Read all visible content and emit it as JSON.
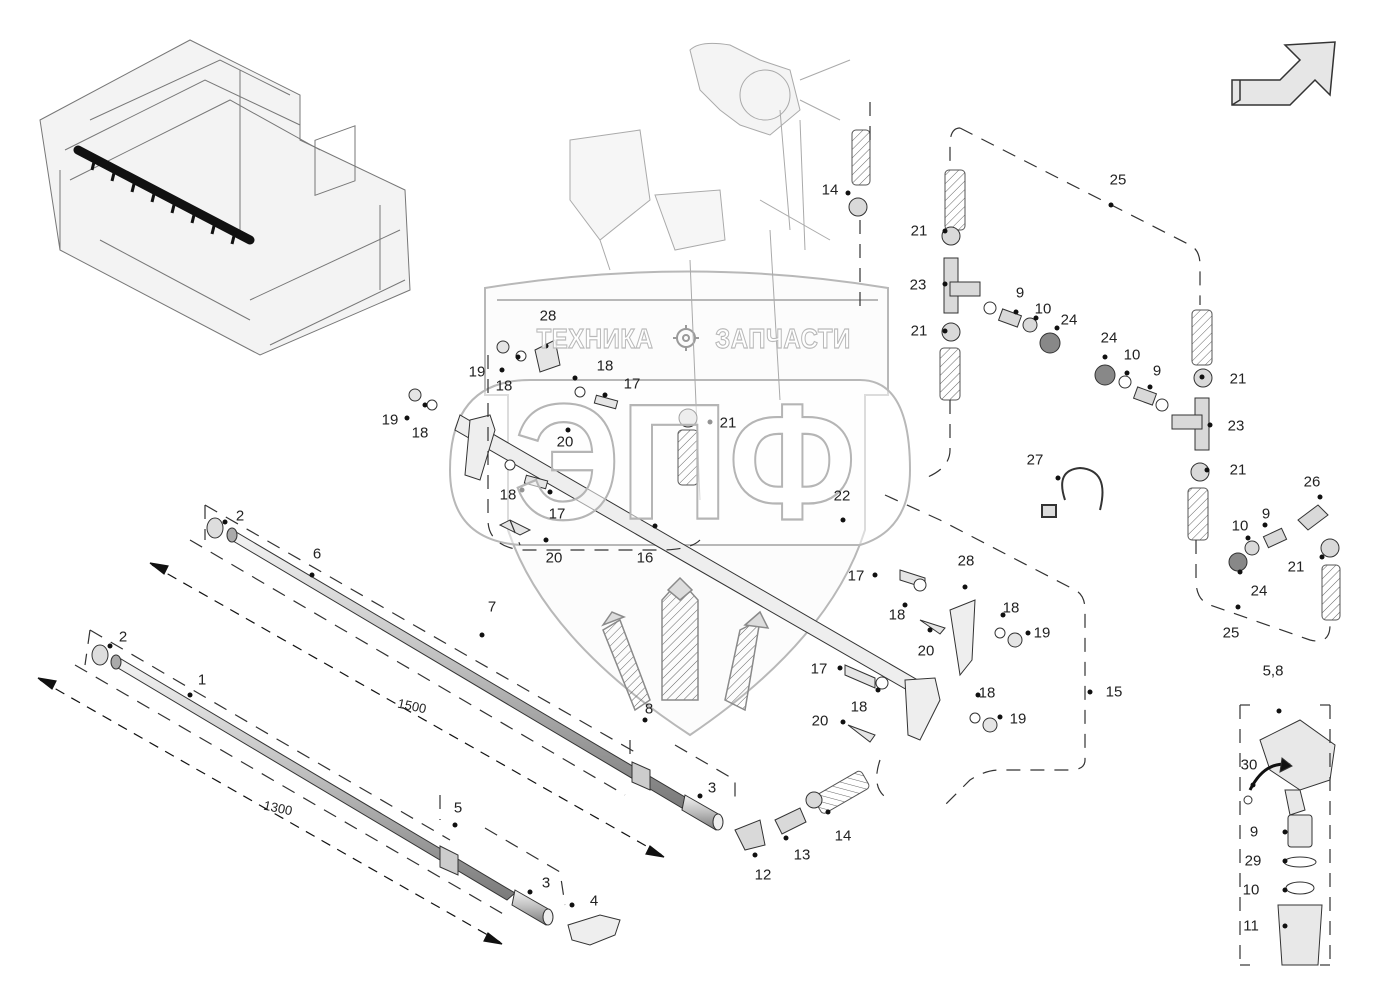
{
  "watermark": {
    "left_text": "ТЕХНИКА",
    "right_text": "ЗАПЧАСТИ",
    "big_text": "ЭПФ"
  },
  "dimensions": {
    "long": "1500",
    "short": "1300"
  },
  "callouts": [
    {
      "id": "c-28-top",
      "label": "28"
    },
    {
      "id": "c-19-a",
      "label": "19"
    },
    {
      "id": "c-18-a",
      "label": "18"
    },
    {
      "id": "c-18-b",
      "label": "18"
    },
    {
      "id": "c-17-a",
      "label": "17"
    },
    {
      "id": "c-19-b",
      "label": "19"
    },
    {
      "id": "c-18-c",
      "label": "18"
    },
    {
      "id": "c-20-a",
      "label": "20"
    },
    {
      "id": "c-18-d",
      "label": "18"
    },
    {
      "id": "c-17-b",
      "label": "17"
    },
    {
      "id": "c-20-b",
      "label": "20"
    },
    {
      "id": "c-16",
      "label": "16"
    },
    {
      "id": "c-21-mid",
      "label": "21"
    },
    {
      "id": "c-22",
      "label": "22"
    },
    {
      "id": "c-14-top",
      "label": "14"
    },
    {
      "id": "c-21-a",
      "label": "21"
    },
    {
      "id": "c-23-a",
      "label": "23"
    },
    {
      "id": "c-21-b",
      "label": "21"
    },
    {
      "id": "c-9-a",
      "label": "9"
    },
    {
      "id": "c-10-a",
      "label": "10"
    },
    {
      "id": "c-24-a",
      "label": "24"
    },
    {
      "id": "c-25-top",
      "label": "25"
    },
    {
      "id": "c-24-b",
      "label": "24"
    },
    {
      "id": "c-10-b",
      "label": "10"
    },
    {
      "id": "c-9-b",
      "label": "9"
    },
    {
      "id": "c-21-c",
      "label": "21"
    },
    {
      "id": "c-23-b",
      "label": "23"
    },
    {
      "id": "c-21-d",
      "label": "21"
    },
    {
      "id": "c-27",
      "label": "27"
    },
    {
      "id": "c-26",
      "label": "26"
    },
    {
      "id": "c-10-c",
      "label": "10"
    },
    {
      "id": "c-9-c",
      "label": "9"
    },
    {
      "id": "c-21-e",
      "label": "21"
    },
    {
      "id": "c-24-c",
      "label": "24"
    },
    {
      "id": "c-25-bottom",
      "label": "25"
    },
    {
      "id": "c-17-c",
      "label": "17"
    },
    {
      "id": "c-28-bottom",
      "label": "28"
    },
    {
      "id": "c-18-e",
      "label": "18"
    },
    {
      "id": "c-18-f",
      "label": "18"
    },
    {
      "id": "c-19-c",
      "label": "19"
    },
    {
      "id": "c-20-c",
      "label": "20"
    },
    {
      "id": "c-17-d",
      "label": "17"
    },
    {
      "id": "c-18-g",
      "label": "18"
    },
    {
      "id": "c-18-h",
      "label": "18"
    },
    {
      "id": "c-19-d",
      "label": "19"
    },
    {
      "id": "c-20-d",
      "label": "20"
    },
    {
      "id": "c-15",
      "label": "15"
    },
    {
      "id": "c-14-bottom",
      "label": "14"
    },
    {
      "id": "c-13",
      "label": "13"
    },
    {
      "id": "c-12",
      "label": "12"
    },
    {
      "id": "c-2-a",
      "label": "2"
    },
    {
      "id": "c-6",
      "label": "6"
    },
    {
      "id": "c-7",
      "label": "7"
    },
    {
      "id": "c-2-b",
      "label": "2"
    },
    {
      "id": "c-1",
      "label": "1"
    },
    {
      "id": "c-8",
      "label": "8"
    },
    {
      "id": "c-3-a",
      "label": "3"
    },
    {
      "id": "c-5",
      "label": "5"
    },
    {
      "id": "c-3-b",
      "label": "3"
    },
    {
      "id": "c-4",
      "label": "4"
    },
    {
      "id": "c-58",
      "label": "5,8"
    },
    {
      "id": "c-30",
      "label": "30"
    },
    {
      "id": "c-9-d",
      "label": "9"
    },
    {
      "id": "c-29",
      "label": "29"
    },
    {
      "id": "c-10-d",
      "label": "10"
    },
    {
      "id": "c-11",
      "label": "11"
    }
  ]
}
